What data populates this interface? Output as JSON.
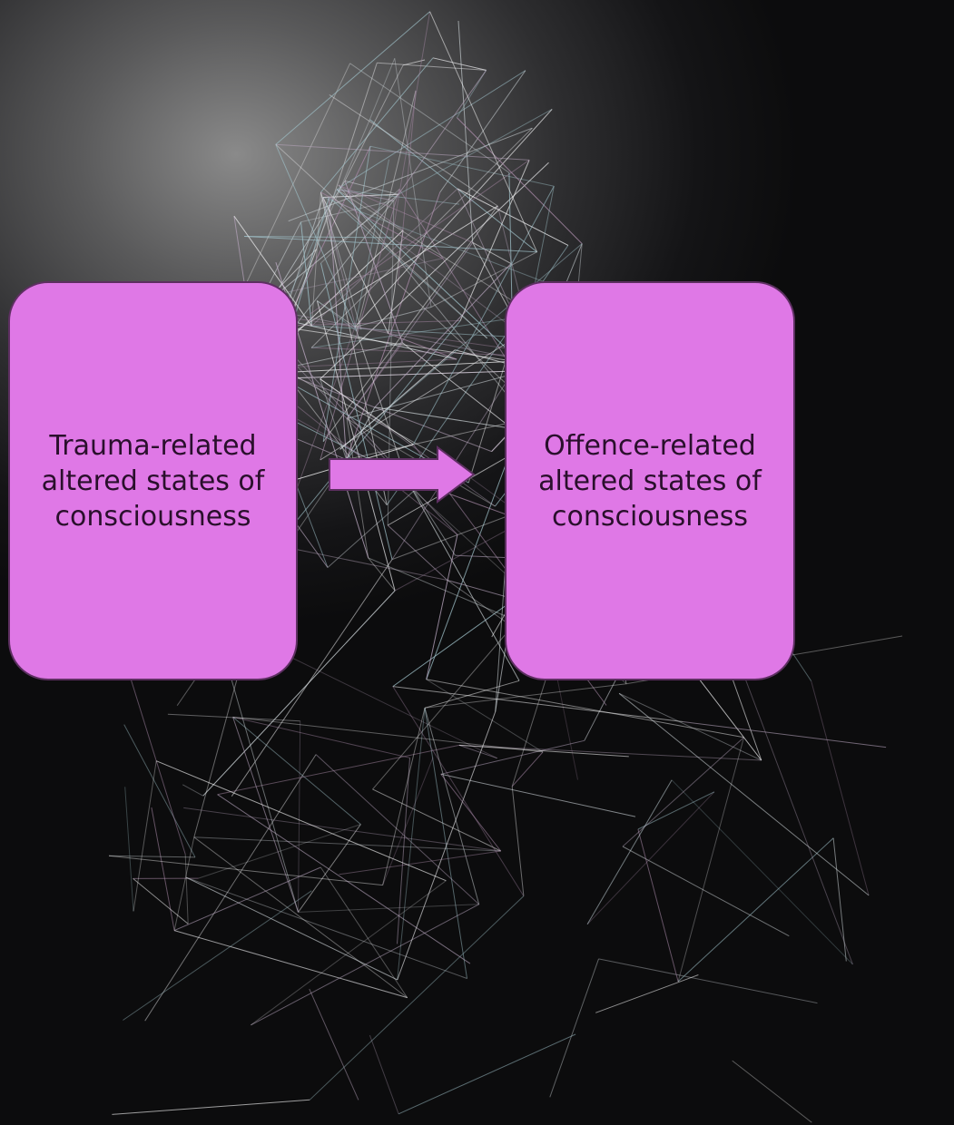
{
  "diagram": {
    "nodes": [
      {
        "id": "trauma",
        "label": "Trauma-related altered states of consciousness"
      },
      {
        "id": "offence",
        "label": "Offence-related altered states of consciousness"
      }
    ],
    "edges": [
      {
        "from": "trauma",
        "to": "offence"
      }
    ]
  },
  "colors": {
    "node_fill": "#df78e6",
    "node_border": "#5d2f61",
    "text": "#2a0f2c",
    "background": "#0c0c0d"
  }
}
